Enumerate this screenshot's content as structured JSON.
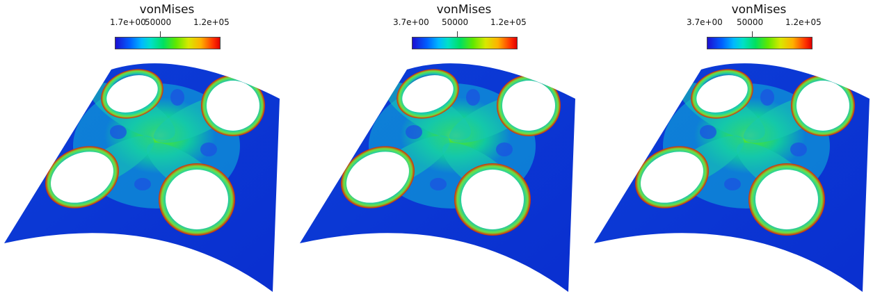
{
  "panels": [
    {
      "colorbar": {
        "title": "vonMises",
        "min_label": "1.7e+00",
        "mid_label": "50000",
        "max_label": "1.2e+05"
      }
    },
    {
      "colorbar": {
        "title": "vonMises",
        "min_label": "3.7e+00",
        "mid_label": "50000",
        "max_label": "1.2e+05"
      }
    },
    {
      "colorbar": {
        "title": "vonMises",
        "min_label": "3.7e+00",
        "mid_label": "50000",
        "max_label": "1.2e+05"
      }
    }
  ],
  "colors": {
    "low": "#1c0fd1",
    "mid": "#00e060",
    "high": "#e00000",
    "plate_base": "#0a3fd6"
  }
}
